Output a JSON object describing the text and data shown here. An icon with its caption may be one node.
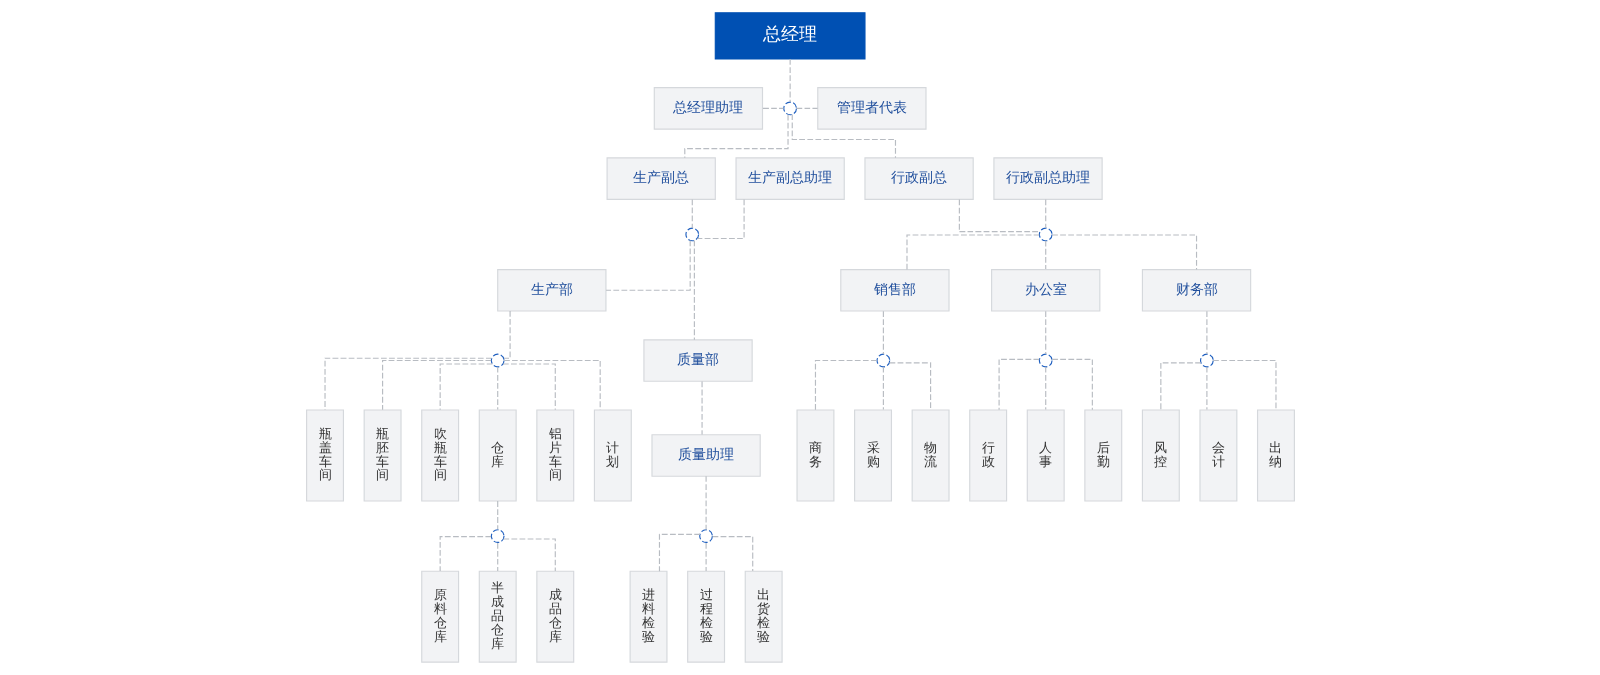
{
  "diagram": {
    "nodes": [
      {
        "text": [
          "总经理"
        ]
      },
      {
        "text": [
          "总经理助理"
        ]
      },
      {
        "text": [],
        "shape": "circle"
      },
      {
        "text": [
          "管理者代表"
        ]
      },
      {
        "text": [
          "生产副总"
        ]
      },
      {
        "text": [
          "行政副总"
        ]
      },
      {
        "text": [
          "生产副总助理"
        ]
      },
      {
        "text": [
          "行政副总助理"
        ]
      },
      {
        "text": [],
        "shape": "circle"
      },
      {
        "text": [],
        "shape": "circle"
      },
      {
        "text": [
          "生产部"
        ]
      },
      {
        "text": [
          "质量部"
        ]
      },
      {
        "text": [
          "销售部"
        ]
      },
      {
        "text": [
          "办公室"
        ]
      },
      {
        "text": [
          "财务部"
        ]
      },
      {
        "text": [],
        "shape": "circle"
      },
      {
        "text": [
          "质量助理"
        ]
      },
      {
        "text": [],
        "shape": "circle"
      },
      {
        "text": [],
        "shape": "circle"
      },
      {
        "text": [],
        "shape": "circle"
      },
      {
        "text": [
          "瓶盖车间"
        ]
      },
      {
        "text": [
          "瓶胚车间"
        ]
      },
      {
        "text": [
          "吹瓶车间"
        ]
      },
      {
        "text": [
          "仓库"
        ]
      },
      {
        "text": [
          "铝片车间"
        ]
      },
      {
        "text": [
          "计划"
        ]
      },
      {
        "text": [
          "商务"
        ]
      },
      {
        "text": [
          "采购"
        ]
      },
      {
        "text": [
          "物流"
        ]
      },
      {
        "text": [
          "行政"
        ]
      },
      {
        "text": [
          "人事"
        ]
      },
      {
        "text": [
          "后勤"
        ]
      },
      {
        "text": [
          "风控"
        ]
      },
      {
        "text": [
          "会计"
        ]
      },
      {
        "text": [
          "出纳"
        ]
      },
      {
        "text": [],
        "shape": "circle"
      },
      {
        "text": [],
        "shape": "circle"
      },
      {
        "text": [
          "原料仓库"
        ]
      },
      {
        "text": [
          "半成品仓库"
        ]
      },
      {
        "text": [
          "成品仓库"
        ]
      },
      {
        "text": [
          "进料检验"
        ]
      },
      {
        "text": [
          "过程检验"
        ]
      },
      {
        "text": [
          "出货检验"
        ]
      }
    ],
    "edges": [
      {
        "from": 0,
        "to": 2,
        "arrow": "none",
        "style": "dashed"
      },
      {
        "from": 1,
        "to": 2,
        "arrow": "none",
        "style": "dashed"
      },
      {
        "from": 2,
        "to": 3,
        "arrow": "none",
        "style": "dashed"
      },
      {
        "from": 2,
        "to": 4,
        "arrow": "none",
        "style": "dashed"
      },
      {
        "from": 2,
        "to": 5,
        "arrow": "none",
        "style": "dashed"
      },
      {
        "from": 4,
        "to": 8,
        "arrow": "none",
        "style": "dashed"
      },
      {
        "from": 6,
        "to": 8,
        "arrow": "none",
        "style": "dashed"
      },
      {
        "from": 8,
        "to": 10,
        "arrow": "none",
        "style": "dashed"
      },
      {
        "from": 8,
        "to": 11,
        "arrow": "none",
        "style": "dashed"
      },
      {
        "from": 5,
        "to": 9,
        "arrow": "none",
        "style": "dashed"
      },
      {
        "from": 7,
        "to": 9,
        "arrow": "none",
        "style": "dashed"
      },
      {
        "from": 9,
        "to": 12,
        "arrow": "none",
        "style": "dashed"
      },
      {
        "from": 9,
        "to": 13,
        "arrow": "none",
        "style": "dashed"
      },
      {
        "from": 9,
        "to": 14,
        "arrow": "none",
        "style": "dashed"
      },
      {
        "from": 10,
        "to": 15,
        "arrow": "none",
        "style": "dashed"
      },
      {
        "from": 15,
        "to": 20,
        "arrow": "none",
        "style": "dashed"
      },
      {
        "from": 15,
        "to": 21,
        "arrow": "none",
        "style": "dashed"
      },
      {
        "from": 15,
        "to": 22,
        "arrow": "none",
        "style": "dashed"
      },
      {
        "from": 15,
        "to": 23,
        "arrow": "none",
        "style": "dashed"
      },
      {
        "from": 15,
        "to": 24,
        "arrow": "none",
        "style": "dashed"
      },
      {
        "from": 15,
        "to": 25,
        "arrow": "none",
        "style": "dashed"
      },
      {
        "from": 11,
        "to": 16,
        "arrow": "none",
        "style": "dashed"
      },
      {
        "from": 12,
        "to": 17,
        "arrow": "none",
        "style": "dashed"
      },
      {
        "from": 17,
        "to": 26,
        "arrow": "none",
        "style": "dashed"
      },
      {
        "from": 17,
        "to": 27,
        "arrow": "none",
        "style": "dashed"
      },
      {
        "from": 17,
        "to": 28,
        "arrow": "none",
        "style": "dashed"
      },
      {
        "from": 13,
        "to": 18,
        "arrow": "none",
        "style": "dashed"
      },
      {
        "from": 18,
        "to": 29,
        "arrow": "none",
        "style": "dashed"
      },
      {
        "from": 18,
        "to": 30,
        "arrow": "none",
        "style": "dashed"
      },
      {
        "from": 18,
        "to": 31,
        "arrow": "none",
        "style": "dashed"
      },
      {
        "from": 14,
        "to": 19,
        "arrow": "none",
        "style": "dashed"
      },
      {
        "from": 19,
        "to": 32,
        "arrow": "none",
        "style": "dashed"
      },
      {
        "from": 19,
        "to": 33,
        "arrow": "none",
        "style": "dashed"
      },
      {
        "from": 19,
        "to": 34,
        "arrow": "none",
        "style": "dashed"
      },
      {
        "from": 23,
        "to": 35,
        "arrow": "none",
        "style": "dashed"
      },
      {
        "from": 16,
        "to": 36,
        "arrow": "none",
        "style": "dashed"
      },
      {
        "from": 35,
        "to": 37,
        "arrow": "none",
        "style": "dashed"
      },
      {
        "from": 35,
        "to": 38,
        "arrow": "none",
        "style": "dashed"
      },
      {
        "from": 35,
        "to": 39,
        "arrow": "none",
        "style": "dashed"
      },
      {
        "from": 36,
        "to": 40,
        "arrow": "none",
        "style": "dashed"
      },
      {
        "from": 36,
        "to": 41,
        "arrow": "none",
        "style": "dashed"
      },
      {
        "from": 36,
        "to": 42,
        "arrow": "none",
        "style": "dashed"
      }
    ]
  }
}
